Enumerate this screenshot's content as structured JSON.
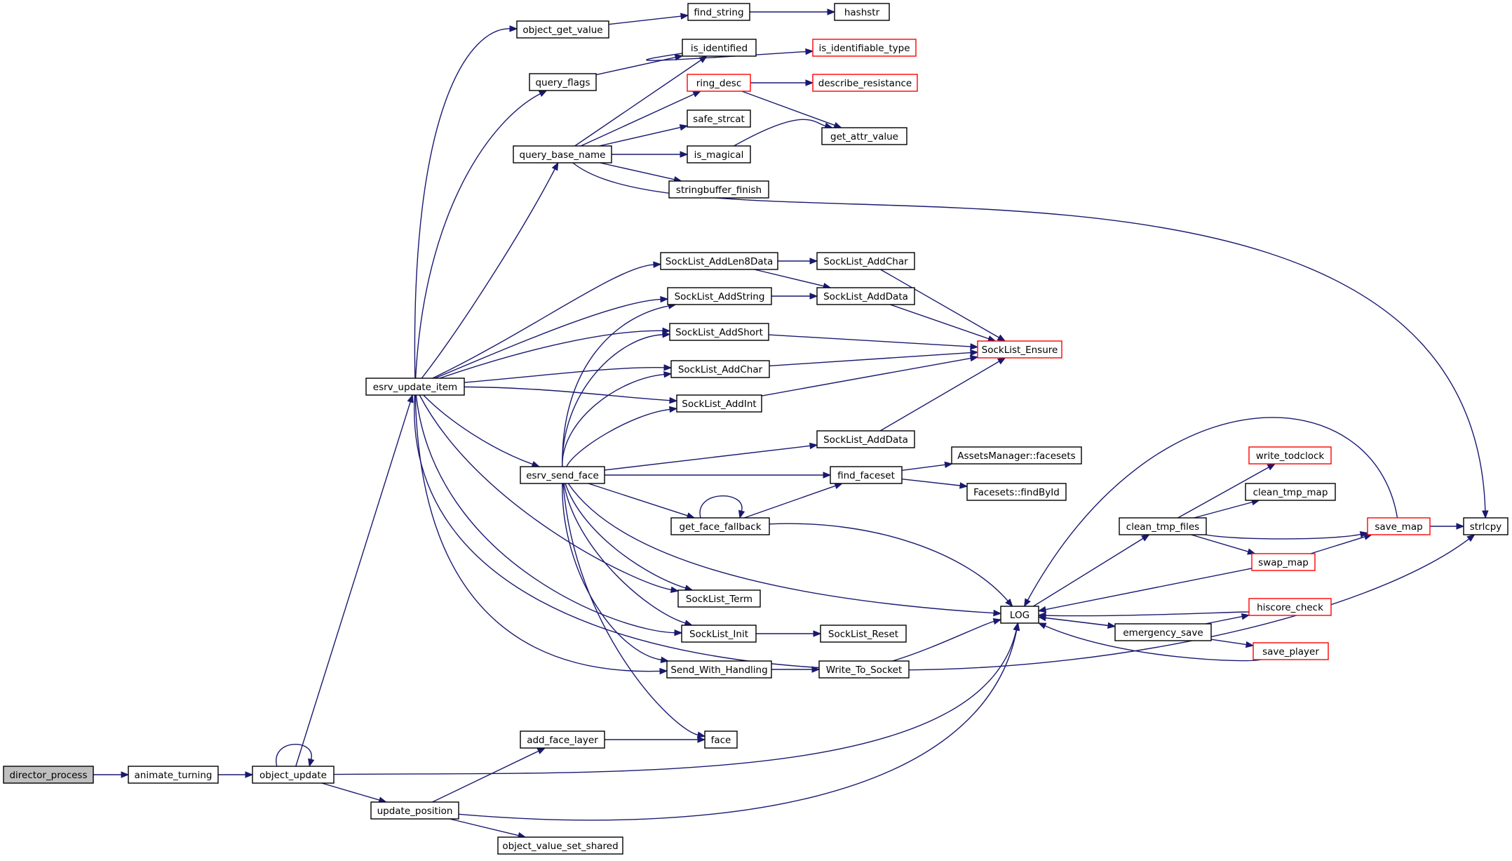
{
  "colors": {
    "edge": "#191970",
    "node_border": "#000000",
    "node_fill": "#ffffff",
    "truncated_border": "#ff0000",
    "root_fill": "#bfbfbf"
  },
  "nodes": [
    {
      "id": "director_process",
      "label": "director_process",
      "style": "root"
    },
    {
      "id": "animate_turning",
      "label": "animate_turning",
      "style": "normal"
    },
    {
      "id": "object_update",
      "label": "object_update",
      "style": "normal"
    },
    {
      "id": "esrv_update_item",
      "label": "esrv_update_item",
      "style": "normal"
    },
    {
      "id": "update_position",
      "label": "update_position",
      "style": "normal"
    },
    {
      "id": "object_value_set_shared",
      "label": "object_value_set_shared",
      "style": "normal"
    },
    {
      "id": "object_get_value",
      "label": "object_get_value",
      "style": "normal"
    },
    {
      "id": "query_flags",
      "label": "query_flags",
      "style": "normal"
    },
    {
      "id": "query_base_name",
      "label": "query_base_name",
      "style": "normal"
    },
    {
      "id": "esrv_send_face",
      "label": "esrv_send_face",
      "style": "normal"
    },
    {
      "id": "add_face_layer",
      "label": "add_face_layer",
      "style": "normal"
    },
    {
      "id": "find_string",
      "label": "find_string",
      "style": "normal"
    },
    {
      "id": "hashstr",
      "label": "hashstr",
      "style": "normal"
    },
    {
      "id": "is_identified",
      "label": "is_identified",
      "style": "normal"
    },
    {
      "id": "is_identifiable_type",
      "label": "is_identifiable_type",
      "style": "truncated"
    },
    {
      "id": "ring_desc",
      "label": "ring_desc",
      "style": "truncated"
    },
    {
      "id": "describe_resistance",
      "label": "describe_resistance",
      "style": "truncated"
    },
    {
      "id": "safe_strcat",
      "label": "safe_strcat",
      "style": "normal"
    },
    {
      "id": "get_attr_value",
      "label": "get_attr_value",
      "style": "normal"
    },
    {
      "id": "is_magical",
      "label": "is_magical",
      "style": "normal"
    },
    {
      "id": "stringbuffer_finish",
      "label": "stringbuffer_finish",
      "style": "normal"
    },
    {
      "id": "SockList_AddLen8Data",
      "label": "SockList_AddLen8Data",
      "style": "normal"
    },
    {
      "id": "SockList_AddChar_top",
      "label": "SockList_AddChar",
      "style": "normal"
    },
    {
      "id": "SockList_AddString",
      "label": "SockList_AddString",
      "style": "normal"
    },
    {
      "id": "SockList_AddData_top",
      "label": "SockList_AddData",
      "style": "normal"
    },
    {
      "id": "SockList_AddShort",
      "label": "SockList_AddShort",
      "style": "normal"
    },
    {
      "id": "SockList_Ensure",
      "label": "SockList_Ensure",
      "style": "truncated"
    },
    {
      "id": "SockList_AddChar",
      "label": "SockList_AddChar",
      "style": "normal"
    },
    {
      "id": "SockList_AddInt",
      "label": "SockList_AddInt",
      "style": "normal"
    },
    {
      "id": "SockList_AddData",
      "label": "SockList_AddData",
      "style": "normal"
    },
    {
      "id": "AssetsManager_facesets",
      "label": "AssetsManager::facesets",
      "style": "normal"
    },
    {
      "id": "find_faceset",
      "label": "find_faceset",
      "style": "normal"
    },
    {
      "id": "Facesets_findById",
      "label": "Facesets::findById",
      "style": "normal"
    },
    {
      "id": "get_face_fallback",
      "label": "get_face_fallback",
      "style": "normal"
    },
    {
      "id": "SockList_Term",
      "label": "SockList_Term",
      "style": "normal"
    },
    {
      "id": "SockList_Init",
      "label": "SockList_Init",
      "style": "normal"
    },
    {
      "id": "SockList_Reset",
      "label": "SockList_Reset",
      "style": "normal"
    },
    {
      "id": "Send_With_Handling",
      "label": "Send_With_Handling",
      "style": "normal"
    },
    {
      "id": "Write_To_Socket",
      "label": "Write_To_Socket",
      "style": "normal"
    },
    {
      "id": "face",
      "label": "face",
      "style": "normal"
    },
    {
      "id": "LOG",
      "label": "LOG",
      "style": "normal"
    },
    {
      "id": "write_todclock",
      "label": "write_todclock",
      "style": "truncated"
    },
    {
      "id": "clean_tmp_files",
      "label": "clean_tmp_files",
      "style": "normal"
    },
    {
      "id": "clean_tmp_map",
      "label": "clean_tmp_map",
      "style": "normal"
    },
    {
      "id": "save_map",
      "label": "save_map",
      "style": "truncated"
    },
    {
      "id": "strlcpy",
      "label": "strlcpy",
      "style": "normal"
    },
    {
      "id": "swap_map",
      "label": "swap_map",
      "style": "truncated"
    },
    {
      "id": "hiscore_check",
      "label": "hiscore_check",
      "style": "truncated"
    },
    {
      "id": "emergency_save",
      "label": "emergency_save",
      "style": "normal"
    },
    {
      "id": "save_player",
      "label": "save_player",
      "style": "truncated"
    }
  ],
  "edges": [
    [
      "director_process",
      "animate_turning"
    ],
    [
      "animate_turning",
      "object_update"
    ],
    [
      "object_update",
      "object_update"
    ],
    [
      "object_update",
      "esrv_update_item"
    ],
    [
      "object_update",
      "update_position"
    ],
    [
      "object_update",
      "LOG"
    ],
    [
      "update_position",
      "add_face_layer"
    ],
    [
      "update_position",
      "object_value_set_shared"
    ],
    [
      "update_position",
      "LOG"
    ],
    [
      "add_face_layer",
      "face"
    ],
    [
      "esrv_update_item",
      "object_get_value"
    ],
    [
      "esrv_update_item",
      "query_flags"
    ],
    [
      "esrv_update_item",
      "query_base_name"
    ],
    [
      "esrv_update_item",
      "SockList_AddLen8Data"
    ],
    [
      "esrv_update_item",
      "SockList_AddString"
    ],
    [
      "esrv_update_item",
      "SockList_AddShort"
    ],
    [
      "esrv_update_item",
      "SockList_AddChar"
    ],
    [
      "esrv_update_item",
      "SockList_AddInt"
    ],
    [
      "esrv_update_item",
      "esrv_send_face"
    ],
    [
      "esrv_update_item",
      "SockList_Term"
    ],
    [
      "esrv_update_item",
      "SockList_Init"
    ],
    [
      "esrv_update_item",
      "Send_With_Handling"
    ],
    [
      "esrv_update_item",
      "strlcpy"
    ],
    [
      "object_get_value",
      "find_string"
    ],
    [
      "find_string",
      "hashstr"
    ],
    [
      "query_flags",
      "is_identified"
    ],
    [
      "is_identified",
      "is_identifiable_type"
    ],
    [
      "query_base_name",
      "is_identified"
    ],
    [
      "query_base_name",
      "ring_desc"
    ],
    [
      "query_base_name",
      "safe_strcat"
    ],
    [
      "query_base_name",
      "is_magical"
    ],
    [
      "query_base_name",
      "stringbuffer_finish"
    ],
    [
      "query_base_name",
      "strlcpy"
    ],
    [
      "ring_desc",
      "describe_resistance"
    ],
    [
      "ring_desc",
      "get_attr_value"
    ],
    [
      "is_magical",
      "get_attr_value"
    ],
    [
      "SockList_AddLen8Data",
      "SockList_AddChar_top"
    ],
    [
      "SockList_AddLen8Data",
      "SockList_AddData_top"
    ],
    [
      "SockList_AddChar_top",
      "SockList_Ensure"
    ],
    [
      "SockList_AddString",
      "SockList_AddData_top"
    ],
    [
      "SockList_AddData_top",
      "SockList_Ensure"
    ],
    [
      "SockList_AddShort",
      "SockList_Ensure"
    ],
    [
      "SockList_AddChar",
      "SockList_Ensure"
    ],
    [
      "SockList_AddInt",
      "SockList_Ensure"
    ],
    [
      "SockList_AddData",
      "SockList_Ensure"
    ],
    [
      "esrv_send_face",
      "SockList_AddString"
    ],
    [
      "esrv_send_face",
      "SockList_AddShort"
    ],
    [
      "esrv_send_face",
      "SockList_AddChar"
    ],
    [
      "esrv_send_face",
      "SockList_AddInt"
    ],
    [
      "esrv_send_face",
      "SockList_AddData"
    ],
    [
      "esrv_send_face",
      "find_faceset"
    ],
    [
      "esrv_send_face",
      "get_face_fallback"
    ],
    [
      "esrv_send_face",
      "SockList_Term"
    ],
    [
      "esrv_send_face",
      "SockList_Init"
    ],
    [
      "esrv_send_face",
      "Send_With_Handling"
    ],
    [
      "esrv_send_face",
      "face"
    ],
    [
      "esrv_send_face",
      "LOG"
    ],
    [
      "find_faceset",
      "AssetsManager_facesets"
    ],
    [
      "find_faceset",
      "Facesets_findById"
    ],
    [
      "get_face_fallback",
      "get_face_fallback"
    ],
    [
      "get_face_fallback",
      "find_faceset"
    ],
    [
      "get_face_fallback",
      "LOG"
    ],
    [
      "SockList_Init",
      "SockList_Reset"
    ],
    [
      "Send_With_Handling",
      "Write_To_Socket"
    ],
    [
      "Write_To_Socket",
      "LOG"
    ],
    [
      "LOG",
      "clean_tmp_files"
    ],
    [
      "LOG",
      "emergency_save"
    ],
    [
      "clean_tmp_files",
      "write_todclock"
    ],
    [
      "clean_tmp_files",
      "clean_tmp_map"
    ],
    [
      "clean_tmp_files",
      "save_map"
    ],
    [
      "clean_tmp_files",
      "swap_map"
    ],
    [
      "swap_map",
      "save_map"
    ],
    [
      "swap_map",
      "LOG"
    ],
    [
      "save_map",
      "strlcpy"
    ],
    [
      "save_map",
      "LOG"
    ],
    [
      "emergency_save",
      "hiscore_check"
    ],
    [
      "emergency_save",
      "save_player"
    ],
    [
      "emergency_save",
      "LOG"
    ],
    [
      "hiscore_check",
      "LOG"
    ],
    [
      "save_player",
      "LOG"
    ]
  ]
}
